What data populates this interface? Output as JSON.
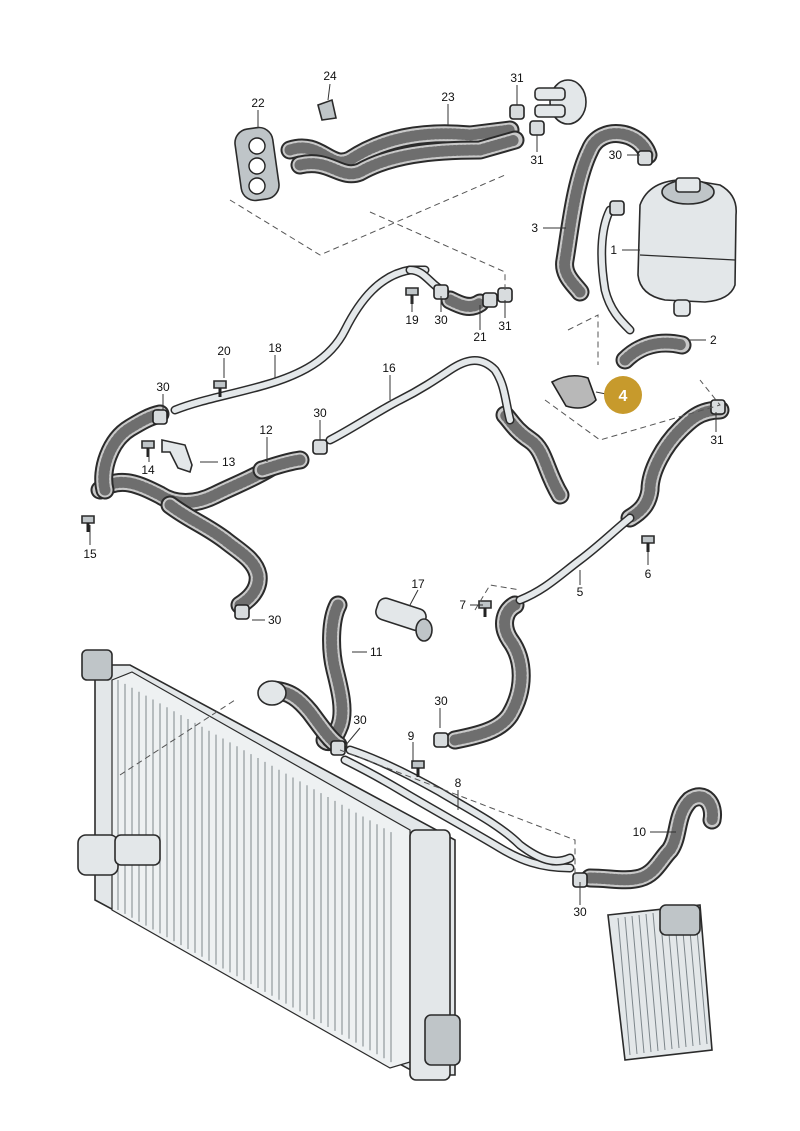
{
  "callouts": [
    {
      "id": "c1",
      "text": "1"
    },
    {
      "id": "c2",
      "text": "2"
    },
    {
      "id": "c3",
      "text": "3"
    },
    {
      "id": "c5",
      "text": "5"
    },
    {
      "id": "c6",
      "text": "6"
    },
    {
      "id": "c7",
      "text": "7"
    },
    {
      "id": "c8",
      "text": "8"
    },
    {
      "id": "c9",
      "text": "9"
    },
    {
      "id": "c10",
      "text": "10"
    },
    {
      "id": "c11",
      "text": "11"
    },
    {
      "id": "c12",
      "text": "12"
    },
    {
      "id": "c13",
      "text": "13"
    },
    {
      "id": "c14",
      "text": "14"
    },
    {
      "id": "c15",
      "text": "15"
    },
    {
      "id": "c16",
      "text": "16"
    },
    {
      "id": "c17",
      "text": "17"
    },
    {
      "id": "c18",
      "text": "18"
    },
    {
      "id": "c19",
      "text": "19"
    },
    {
      "id": "c20",
      "text": "20"
    },
    {
      "id": "c21",
      "text": "21"
    },
    {
      "id": "c22",
      "text": "22"
    },
    {
      "id": "c23",
      "text": "23"
    },
    {
      "id": "c24",
      "text": "24"
    },
    {
      "id": "c30a",
      "text": "30"
    },
    {
      "id": "c30b",
      "text": "30"
    },
    {
      "id": "c30c",
      "text": "30"
    },
    {
      "id": "c30d",
      "text": "30"
    },
    {
      "id": "c30e",
      "text": "30"
    },
    {
      "id": "c30f",
      "text": "30"
    },
    {
      "id": "c30g",
      "text": "30"
    },
    {
      "id": "c30h",
      "text": "30"
    },
    {
      "id": "c31a",
      "text": "31"
    },
    {
      "id": "c31b",
      "text": "31"
    },
    {
      "id": "c31c",
      "text": "31"
    },
    {
      "id": "c31d",
      "text": "31"
    }
  ],
  "highlight": {
    "text": "4",
    "color": "#c79a2c"
  },
  "colors": {
    "hose_dark": "#2b2b2b",
    "part_light": "#e3e7e9"
  }
}
